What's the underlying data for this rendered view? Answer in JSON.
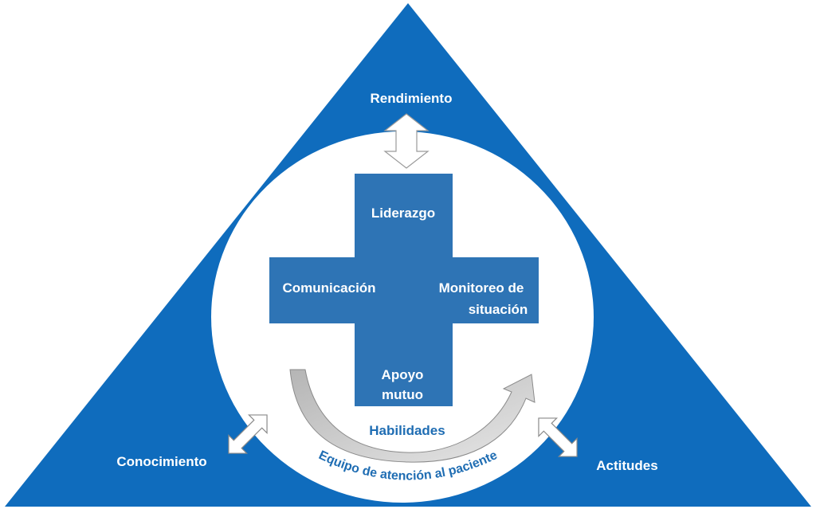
{
  "colors": {
    "triangle": "#0f6cbd",
    "cross": "#2e74b5",
    "circle": "#ffffff",
    "inner_text": "#ffffff",
    "label_blue": "#1f6db3",
    "arrow_gray": "#c8c8c8",
    "arrow_outline": "#8a8a8a"
  },
  "corners": {
    "top": "Rendimiento",
    "left": "Conocimiento",
    "right": "Actitudes"
  },
  "cross": {
    "top": "Liderazgo",
    "left": "Comunicación",
    "right_line1": "Monitoreo de",
    "right_line2": "situación",
    "bottom_line1": "Apoyo",
    "bottom_line2": "mutuo"
  },
  "center_label": "Habilidades",
  "circle_label": "Equipo de atención al paciente"
}
